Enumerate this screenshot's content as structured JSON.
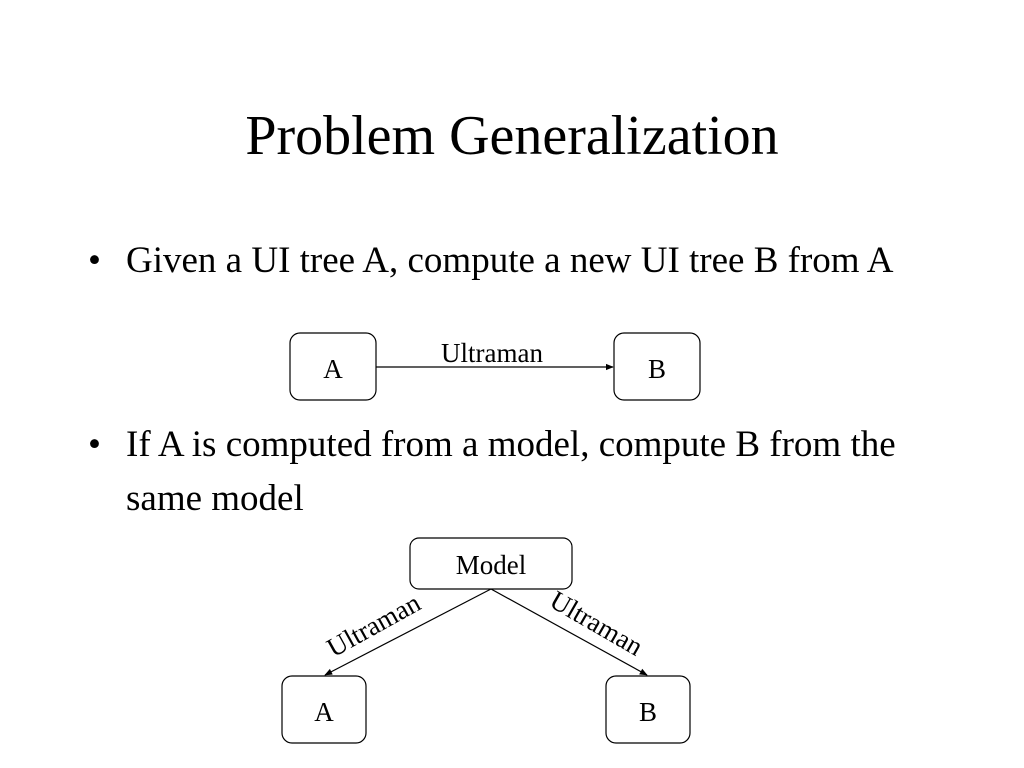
{
  "slide": {
    "title": "Problem Generalization",
    "bullets": [
      {
        "symbol": "•",
        "text": "Given a UI tree A, compute a new UI tree B from A"
      },
      {
        "symbol": "•",
        "text": "If A is computed from a model, compute B from the same model"
      }
    ]
  },
  "diagram_1": {
    "source_label": "A",
    "target_label": "B",
    "edge_label": "Ultraman"
  },
  "diagram_2": {
    "model_label": "Model",
    "left_label": "A",
    "right_label": "B",
    "left_edge_label": "Ultraman",
    "right_edge_label": "Ultraman"
  }
}
